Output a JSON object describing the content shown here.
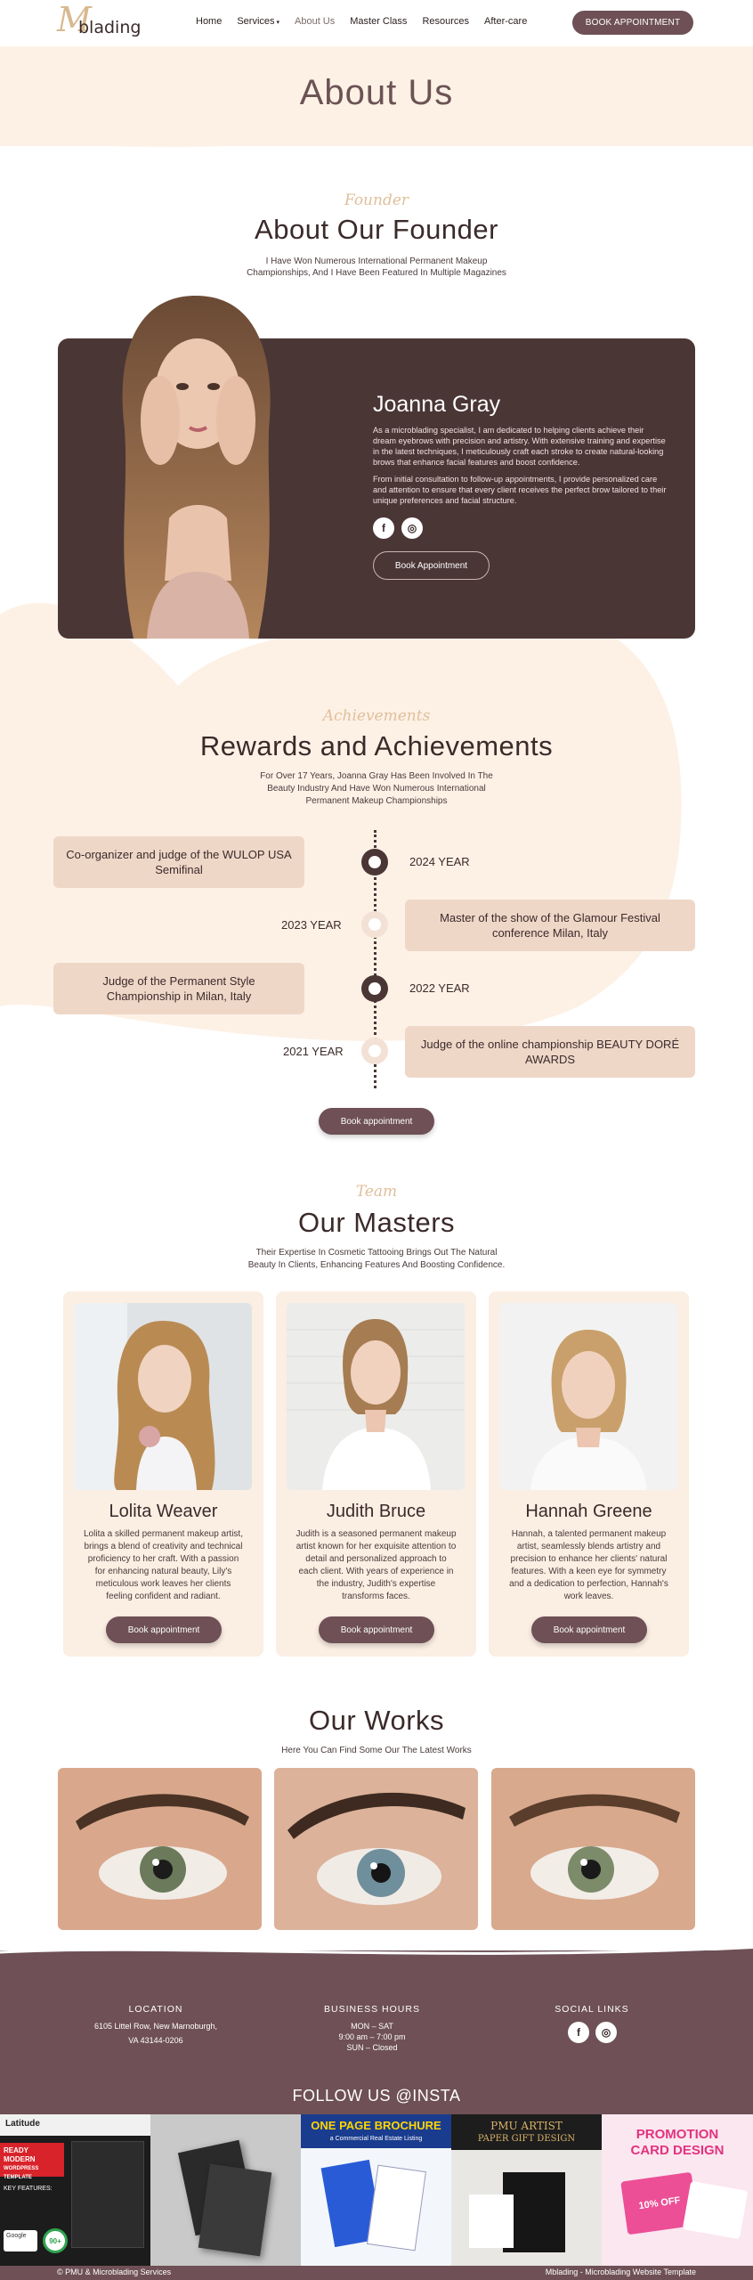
{
  "header": {
    "logo_mark": "M",
    "logo_word": "blading",
    "nav": [
      {
        "label": "Home"
      },
      {
        "label": "Services"
      },
      {
        "label": "About Us"
      },
      {
        "label": "Master Class"
      },
      {
        "label": "Resources"
      },
      {
        "label": "After-care"
      }
    ],
    "cta": "BOOK APPOINTMENT"
  },
  "hero": {
    "title": "About Us"
  },
  "founder": {
    "script": "Founder",
    "title": "About Our Founder",
    "subtitle_1": "I Have Won Numerous International Permanent Makeup",
    "subtitle_2": "Championships, And I Have Been Featured In Multiple Magazines",
    "name": "Joanna Gray",
    "para1": "As a microblading specialist, I am dedicated to helping clients achieve their dream eyebrows with precision and artistry. With extensive training and expertise in the latest techniques, I meticulously craft each stroke to create natural-looking brows that enhance facial features and boost confidence.",
    "para2": "From initial consultation to follow-up appointments, I provide personalized care and attention to ensure that every client receives the perfect brow tailored to their unique preferences and facial structure.",
    "facebook": "f",
    "instagram": "◎",
    "button": "Book Appointment"
  },
  "achievements": {
    "script": "Achievements",
    "title": "Rewards and Achievements",
    "subtitle_1": "For Over 17 Years, Joanna Gray Has Been Involved In The",
    "subtitle_2": "Beauty Industry And Have Won Numerous International",
    "subtitle_3": "Permanent Makeup Championships",
    "items": [
      {
        "year": "2024 YEAR",
        "text": "Co-organizer and judge of the WULOP USA Semifinal"
      },
      {
        "year": "2023 YEAR",
        "text": "Master of the show of the Glamour Festival conference Milan, Italy"
      },
      {
        "year": "2022 YEAR",
        "text": "Judge of the Permanent Style Championship in Milan, Italy"
      },
      {
        "year": "2021 YEAR",
        "text": "Judge of the online championship BEAUTY DORÉ AWARDS"
      }
    ],
    "button": "Book appointment"
  },
  "masters": {
    "script": "Team",
    "title": "Our Masters",
    "subtitle_1": "Their Expertise In Cosmetic Tattooing Brings Out The Natural",
    "subtitle_2": "Beauty In Clients, Enhancing Features And Boosting Confidence.",
    "people": [
      {
        "name": "Lolita Weaver",
        "desc": "Lolita a skilled permanent makeup artist, brings a blend of creativity and technical proficiency to her craft. With a passion for enhancing natural beauty, Lily's meticulous work leaves her clients feeling confident and radiant.",
        "button": "Book appointment"
      },
      {
        "name": "Judith Bruce",
        "desc": "Judith is a seasoned permanent makeup artist known for her exquisite attention to detail and personalized approach to each client. With years of experience in the industry, Judith's expertise transforms faces.",
        "button": "Book appointment"
      },
      {
        "name": "Hannah Greene",
        "desc": "Hannah, a talented permanent makeup artist, seamlessly blends artistry and precision to enhance her clients' natural features. With a keen eye for symmetry and a dedication to perfection, Hannah's work leaves.",
        "button": "Book appointment"
      }
    ]
  },
  "works": {
    "title": "Our Works",
    "subtitle": "Here You Can Find Some Our The Latest Works"
  },
  "footer": {
    "location_head": "LOCATION",
    "location_1": "6105 Littel Row, New Marnoburgh,",
    "location_2": "VA 43144-0206",
    "hours_head": "BUSINESS HOURS",
    "hours_1": "MON – SAT",
    "hours_2": "9:00 am – 7:00 pm",
    "hours_3": "SUN – Closed",
    "social_head": "SOCIAL LINKS",
    "facebook": "f",
    "instagram": "◎",
    "insta_title": "FOLLOW US @INSTA",
    "tiles": [
      {
        "line1": "Latitude",
        "line2": "READY MODERN",
        "line3": "WORDPRESS TEMPLATE",
        "line4": "KEY FEATURES:",
        "line5": "Google",
        "line6": "90+"
      },
      {
        "line1": "",
        "line2": "",
        "line3": ""
      },
      {
        "line1": "ONE PAGE BROCHURE",
        "line2": "a Commercial Real Estate Listing"
      },
      {
        "line1": "PMU ARTIST",
        "line2": "PAPER GIFT DESIGN"
      },
      {
        "line1": "PROMOTION",
        "line2": "CARD DESIGN",
        "line3": "10% OFF"
      }
    ],
    "copyright": "© PMU & Microblading Services",
    "credit": "Mblading - Microblading Website Template"
  }
}
